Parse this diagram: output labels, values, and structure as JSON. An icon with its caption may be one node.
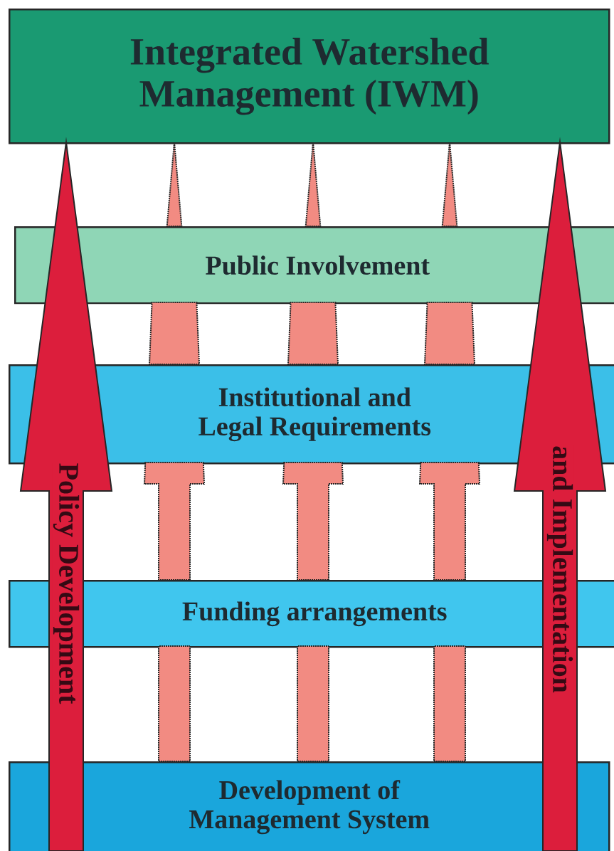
{
  "diagram": {
    "nodes": [
      {
        "text": [
          "Integrated Watershed Management (IWM)"
        ]
      },
      {
        "text": [
          "Public Involvement"
        ]
      },
      {
        "text": [
          "Institutional and Legal Requirements"
        ]
      },
      {
        "text": [
          "Funding arrangements"
        ]
      },
      {
        "text": [
          "Development of Management System"
        ]
      }
    ],
    "edges": [
      {
        "from": 4,
        "to": 0,
        "arrow": "to",
        "label": "Policy Development",
        "color": "#dc1e3c"
      },
      {
        "from": 4,
        "to": 3,
        "arrow": "none",
        "style": "dashed"
      },
      {
        "from": 3,
        "to": 2,
        "arrow": "none",
        "style": "dashed"
      },
      {
        "from": 2,
        "to": 1,
        "arrow": "none",
        "style": "dashed"
      },
      {
        "from": 1,
        "to": 0,
        "arrow": "to",
        "style": "dashed"
      },
      {
        "from": 4,
        "to": 3,
        "arrow": "none",
        "style": "dashed"
      },
      {
        "from": 3,
        "to": 2,
        "arrow": "none",
        "style": "dashed"
      },
      {
        "from": 2,
        "to": 1,
        "arrow": "none",
        "style": "dashed"
      },
      {
        "from": 1,
        "to": 0,
        "arrow": "to",
        "style": "dashed"
      },
      {
        "from": 4,
        "to": 3,
        "arrow": "none",
        "style": "dashed"
      },
      {
        "from": 3,
        "to": 2,
        "arrow": "none",
        "style": "dashed"
      },
      {
        "from": 2,
        "to": 1,
        "arrow": "none",
        "style": "dashed"
      },
      {
        "from": 1,
        "to": 0,
        "arrow": "to",
        "style": "dashed"
      },
      {
        "from": 4,
        "to": 0,
        "arrow": "to",
        "label": "and Implementation",
        "color": "#dc1e3c"
      }
    ]
  }
}
